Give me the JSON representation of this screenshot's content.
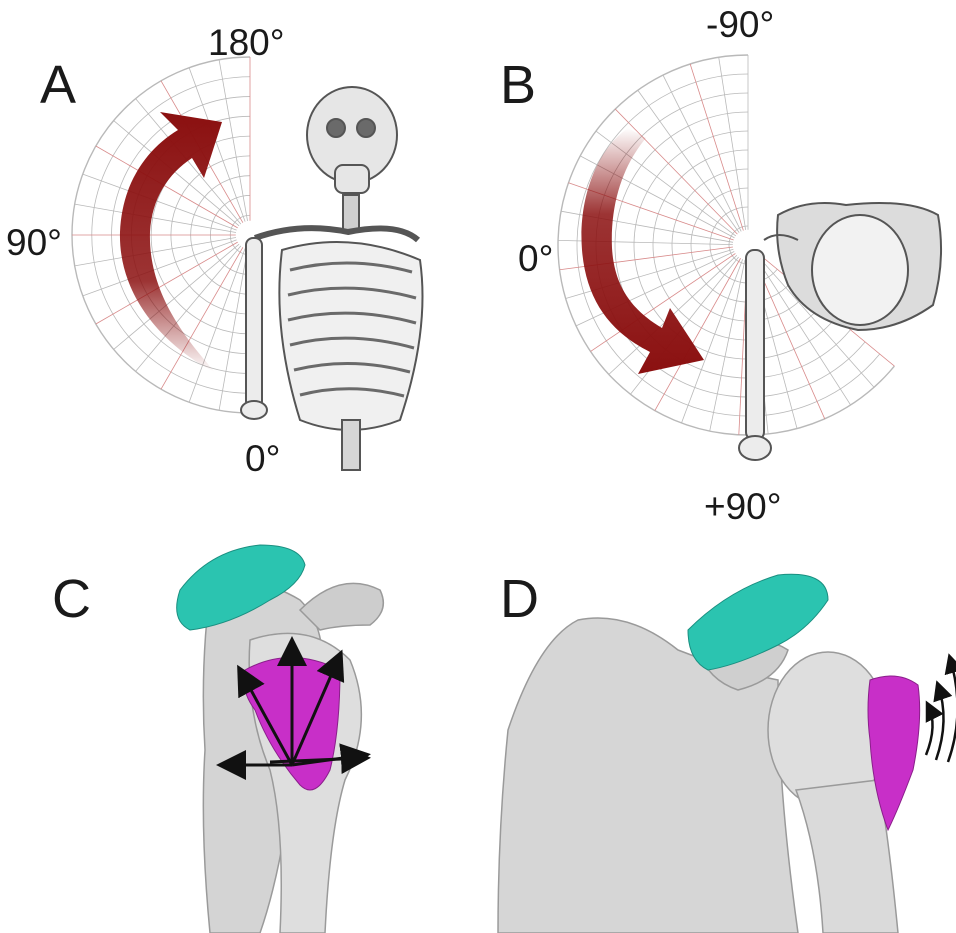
{
  "panels": {
    "a": {
      "letter": "A",
      "labels": {
        "top": "180°",
        "side": "90°",
        "bottom": "0°"
      }
    },
    "b": {
      "letter": "B",
      "labels": {
        "top": "-90°",
        "side": "0°",
        "bottom": "+90°"
      }
    },
    "c": {
      "letter": "C"
    },
    "d": {
      "letter": "D"
    }
  },
  "colors": {
    "arrow": "#8b1010",
    "grid_line": "#b9b9b9",
    "grid_red": "#d88a8a",
    "bone": "#d9d9d9",
    "bone_shadow": "#a8a8a8",
    "acromion": "#2bc4b0",
    "footprint": "#c82fc8"
  }
}
